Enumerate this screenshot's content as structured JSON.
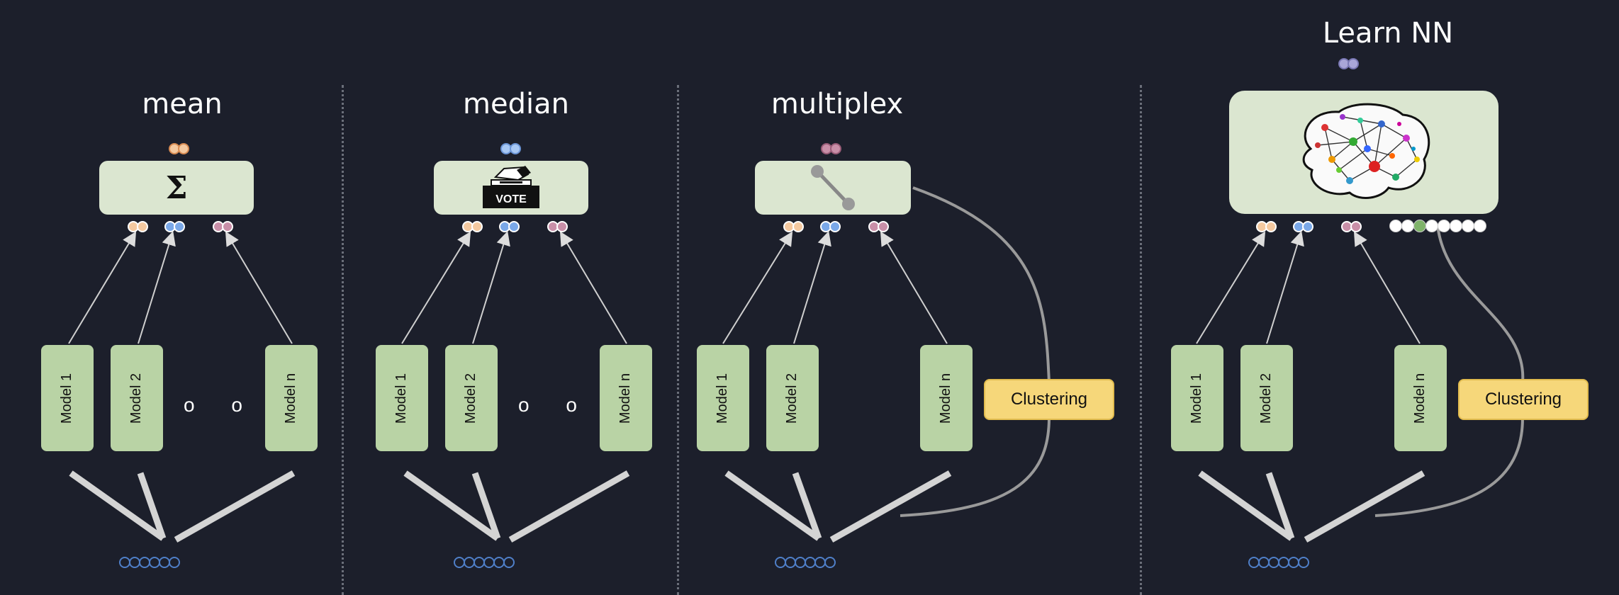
{
  "panels": {
    "mean": {
      "title": "mean"
    },
    "median": {
      "title": "median"
    },
    "multiplex": {
      "title": "multiplex"
    },
    "learn": {
      "title": "Learn NN"
    }
  },
  "models": {
    "m1": "Model 1",
    "m2": "Model 2",
    "mn": "Model n"
  },
  "ellipsis": "o o o",
  "clustering": "Clustering",
  "vote": "VOTE",
  "sigma": "Σ",
  "colors": {
    "background": "#1c1f2b",
    "model_fill": "#b9d3a5",
    "aggregator_fill": "#dbe6d0",
    "clustering_fill": "#f6d77a",
    "orange_pair": "#f4c9a0",
    "blue_pair": "#7aa8e8",
    "purple_pair": "#c98fa8",
    "lavender_pair": "#a9a6d8",
    "green_dot": "#7fb36a"
  }
}
